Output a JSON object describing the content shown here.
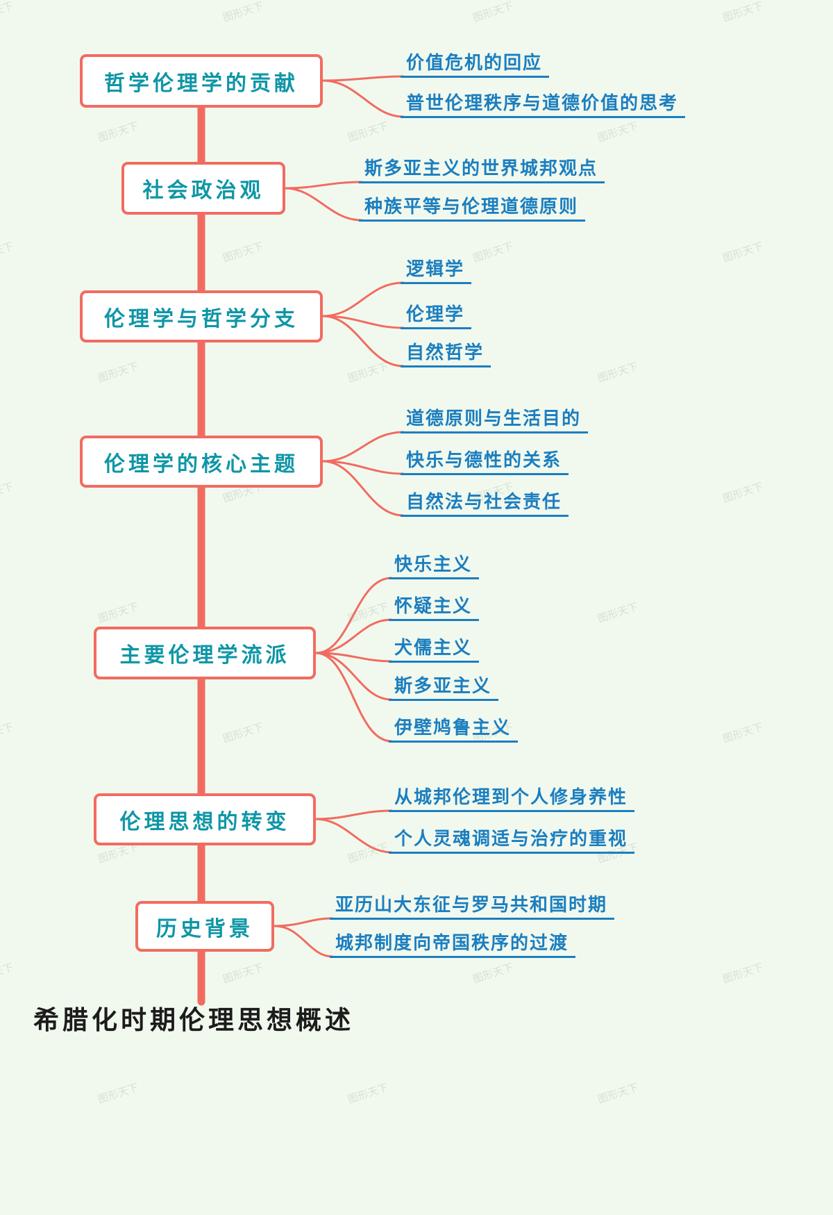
{
  "title": "希腊化时期伦理思想概述",
  "watermark": "图形天下",
  "colors": {
    "background": "#f1f9ee",
    "line": "#f26b60",
    "node_text": "#0e96a6",
    "leaf_text": "#1b7ec0"
  },
  "nodes": [
    {
      "label": "哲学伦理学的贡献",
      "children": [
        "价值危机的回应",
        "普世伦理秩序与道德价值的思考"
      ]
    },
    {
      "label": "社会政治观",
      "children": [
        "斯多亚主义的世界城邦观点",
        "种族平等与伦理道德原则"
      ]
    },
    {
      "label": "伦理学与哲学分支",
      "children": [
        "逻辑学",
        "伦理学",
        "自然哲学"
      ]
    },
    {
      "label": "伦理学的核心主题",
      "children": [
        "道德原则与生活目的",
        "快乐与德性的关系",
        "自然法与社会责任"
      ]
    },
    {
      "label": "主要伦理学流派",
      "children": [
        "快乐主义",
        "怀疑主义",
        "犬儒主义",
        "斯多亚主义",
        "伊壁鸠鲁主义"
      ]
    },
    {
      "label": "伦理思想的转变",
      "children": [
        "从城邦伦理到个人修身养性",
        "个人灵魂调适与治疗的重视"
      ]
    },
    {
      "label": "历史背景",
      "children": [
        "亚历山大东征与罗马共和国时期",
        "城邦制度向帝国秩序的过渡"
      ]
    }
  ]
}
